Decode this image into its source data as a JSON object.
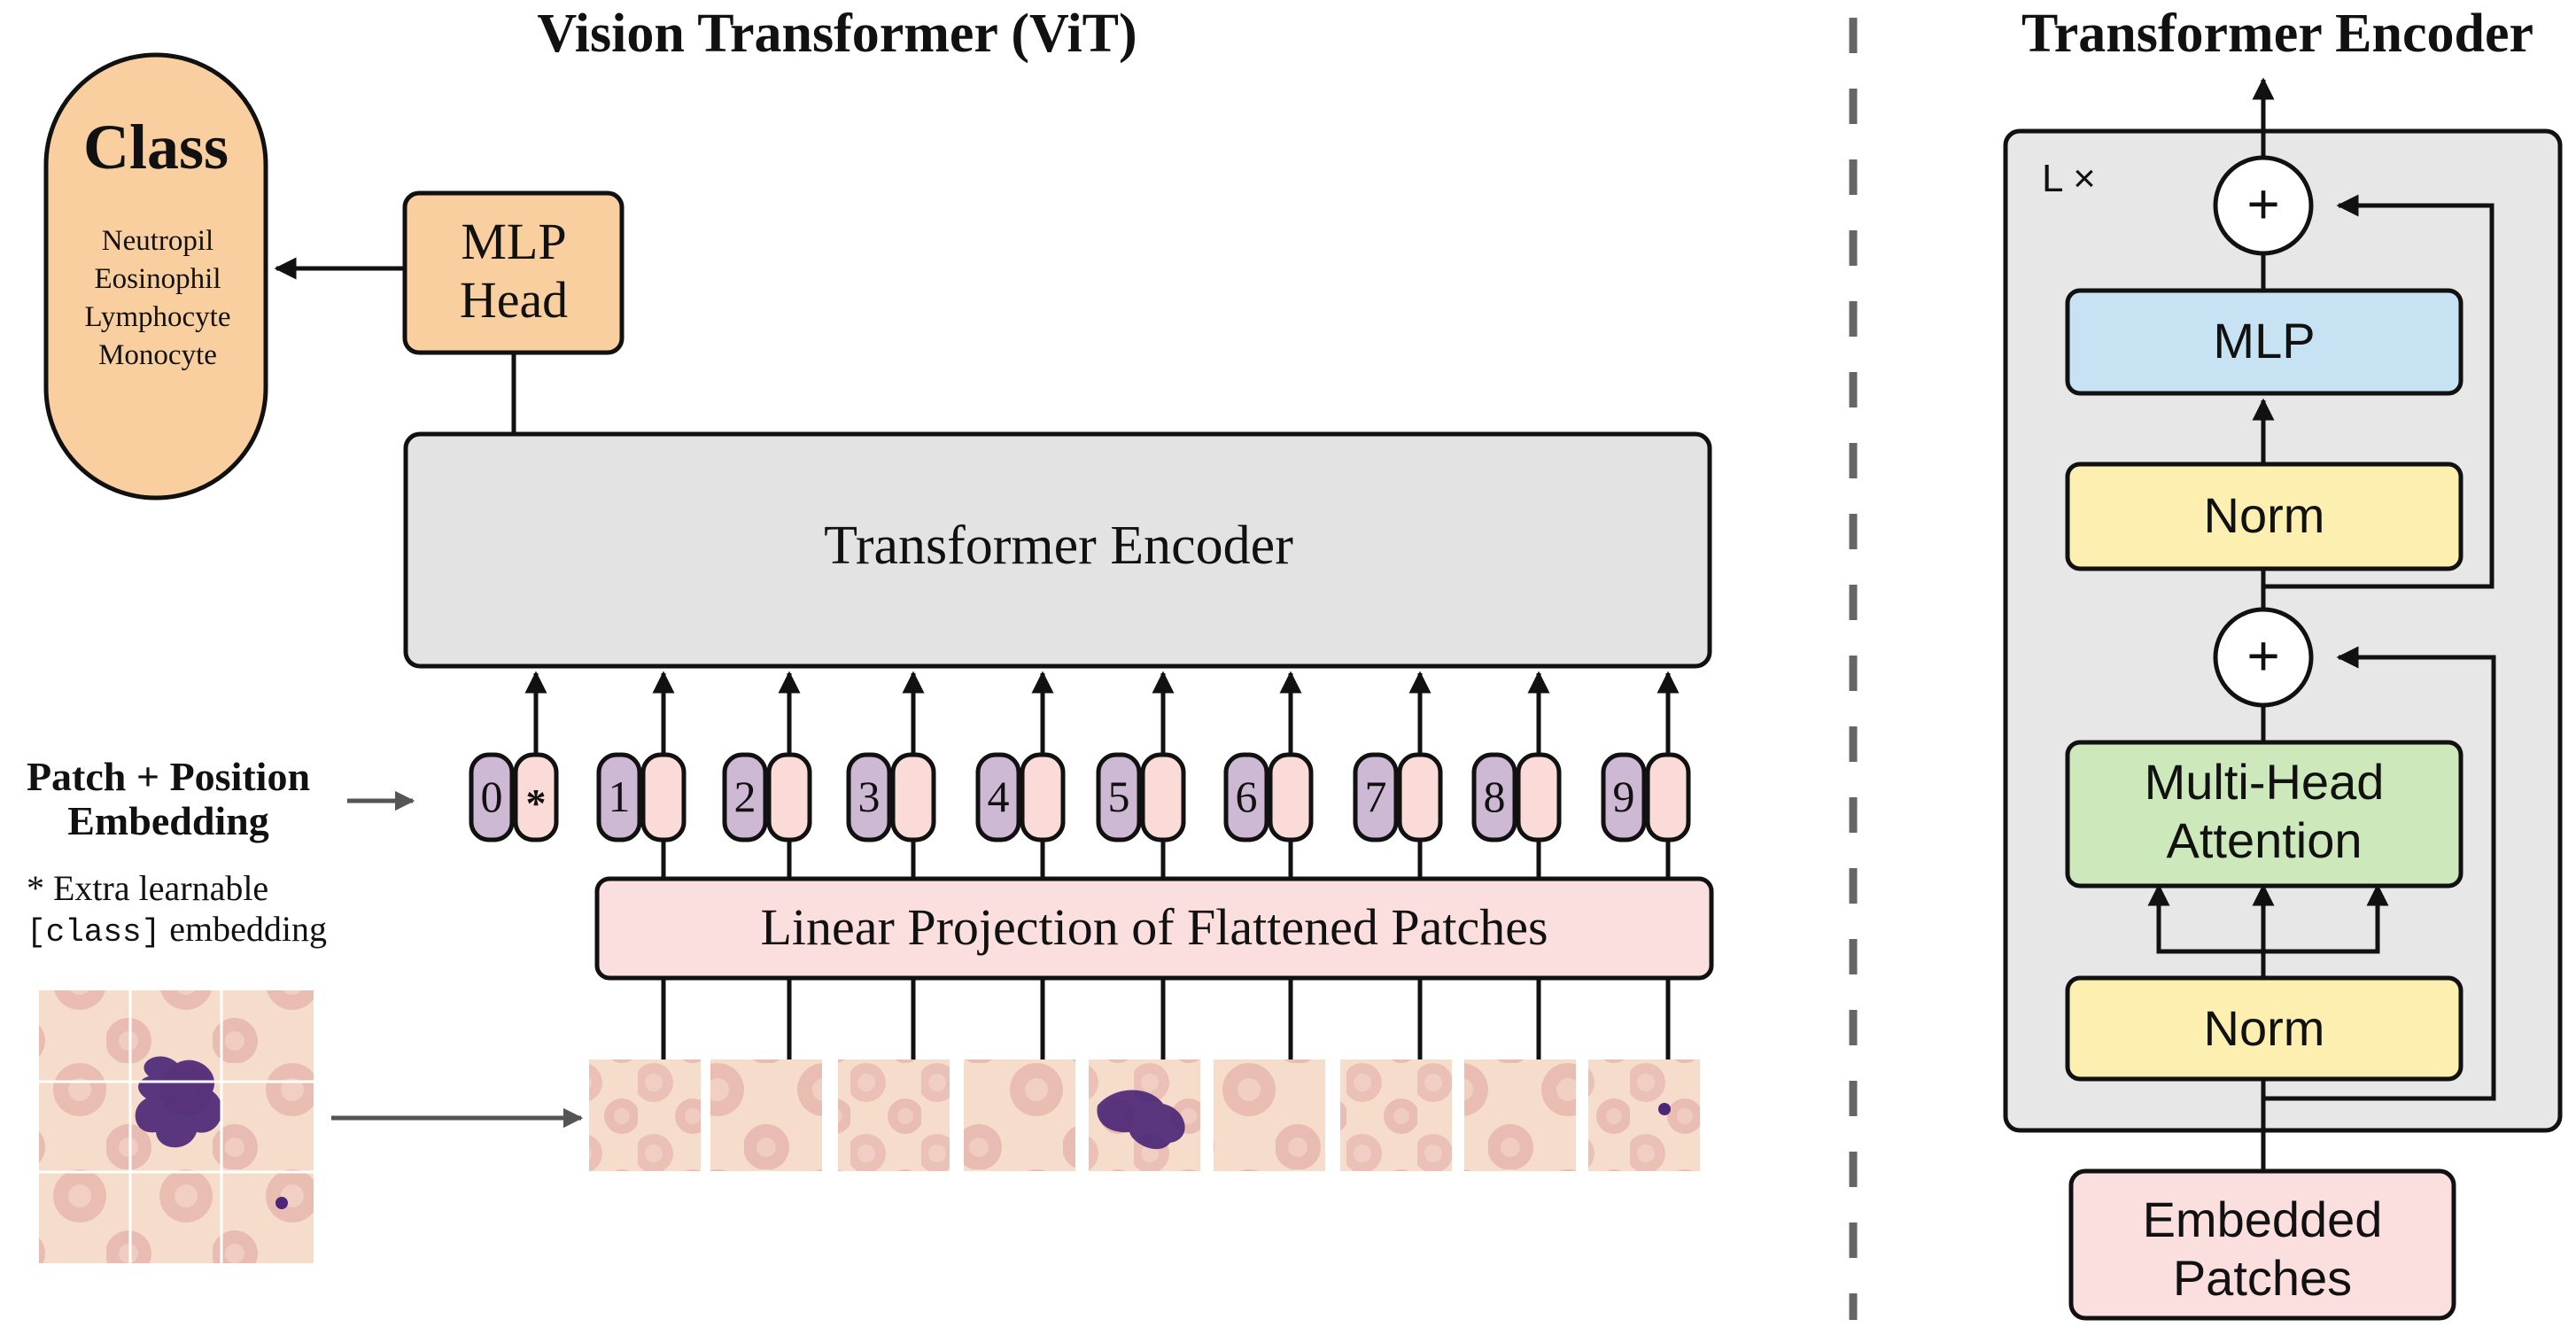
{
  "vit": {
    "title": "Vision Transformer (ViT)",
    "class_box": {
      "title": "Class",
      "items": [
        "Neutropil",
        "Eosinophil",
        "Lymphocyte",
        "Monocyte"
      ]
    },
    "mlp_head": [
      "MLP",
      "Head"
    ],
    "encoder_label": "Transformer Encoder",
    "patch_embedding_label": [
      "Patch + Position",
      "Embedding"
    ],
    "extra_note": {
      "line1": "* Extra learnable",
      "code": "[class]",
      "rest": " embedding"
    },
    "tokens": [
      {
        "pos": "0",
        "emb": "*"
      },
      {
        "pos": "1",
        "emb": ""
      },
      {
        "pos": "2",
        "emb": ""
      },
      {
        "pos": "3",
        "emb": ""
      },
      {
        "pos": "4",
        "emb": ""
      },
      {
        "pos": "5",
        "emb": ""
      },
      {
        "pos": "6",
        "emb": ""
      },
      {
        "pos": "7",
        "emb": ""
      },
      {
        "pos": "8",
        "emb": ""
      },
      {
        "pos": "9",
        "emb": ""
      }
    ],
    "projection_label": "Linear Projection of Flattened Patches"
  },
  "encoder_detail": {
    "title": "Transformer Encoder",
    "repeat_label": "L ×",
    "add_symbol": "+",
    "mlp": "MLP",
    "norm_top": "Norm",
    "attention": [
      "Multi-Head",
      "Attention"
    ],
    "norm_bottom": "Norm",
    "input": [
      "Embedded",
      "Patches"
    ]
  },
  "colors": {
    "class_fill": "#f9cf9f",
    "mlp_head_fill": "#f9cf9f",
    "encoder_fill": "#e3e3e3",
    "position_fill": "#cdb9d3",
    "embedding_fill": "#fbdbd8",
    "projection_fill": "#fbdfde",
    "mlp_fill": "#c7e3f3",
    "norm_fill": "#fcefb0",
    "attention_fill": "#cde9bc",
    "embedded_patches_fill": "#fbdfde",
    "encoder_detail_bg": "#e7e7e7"
  }
}
